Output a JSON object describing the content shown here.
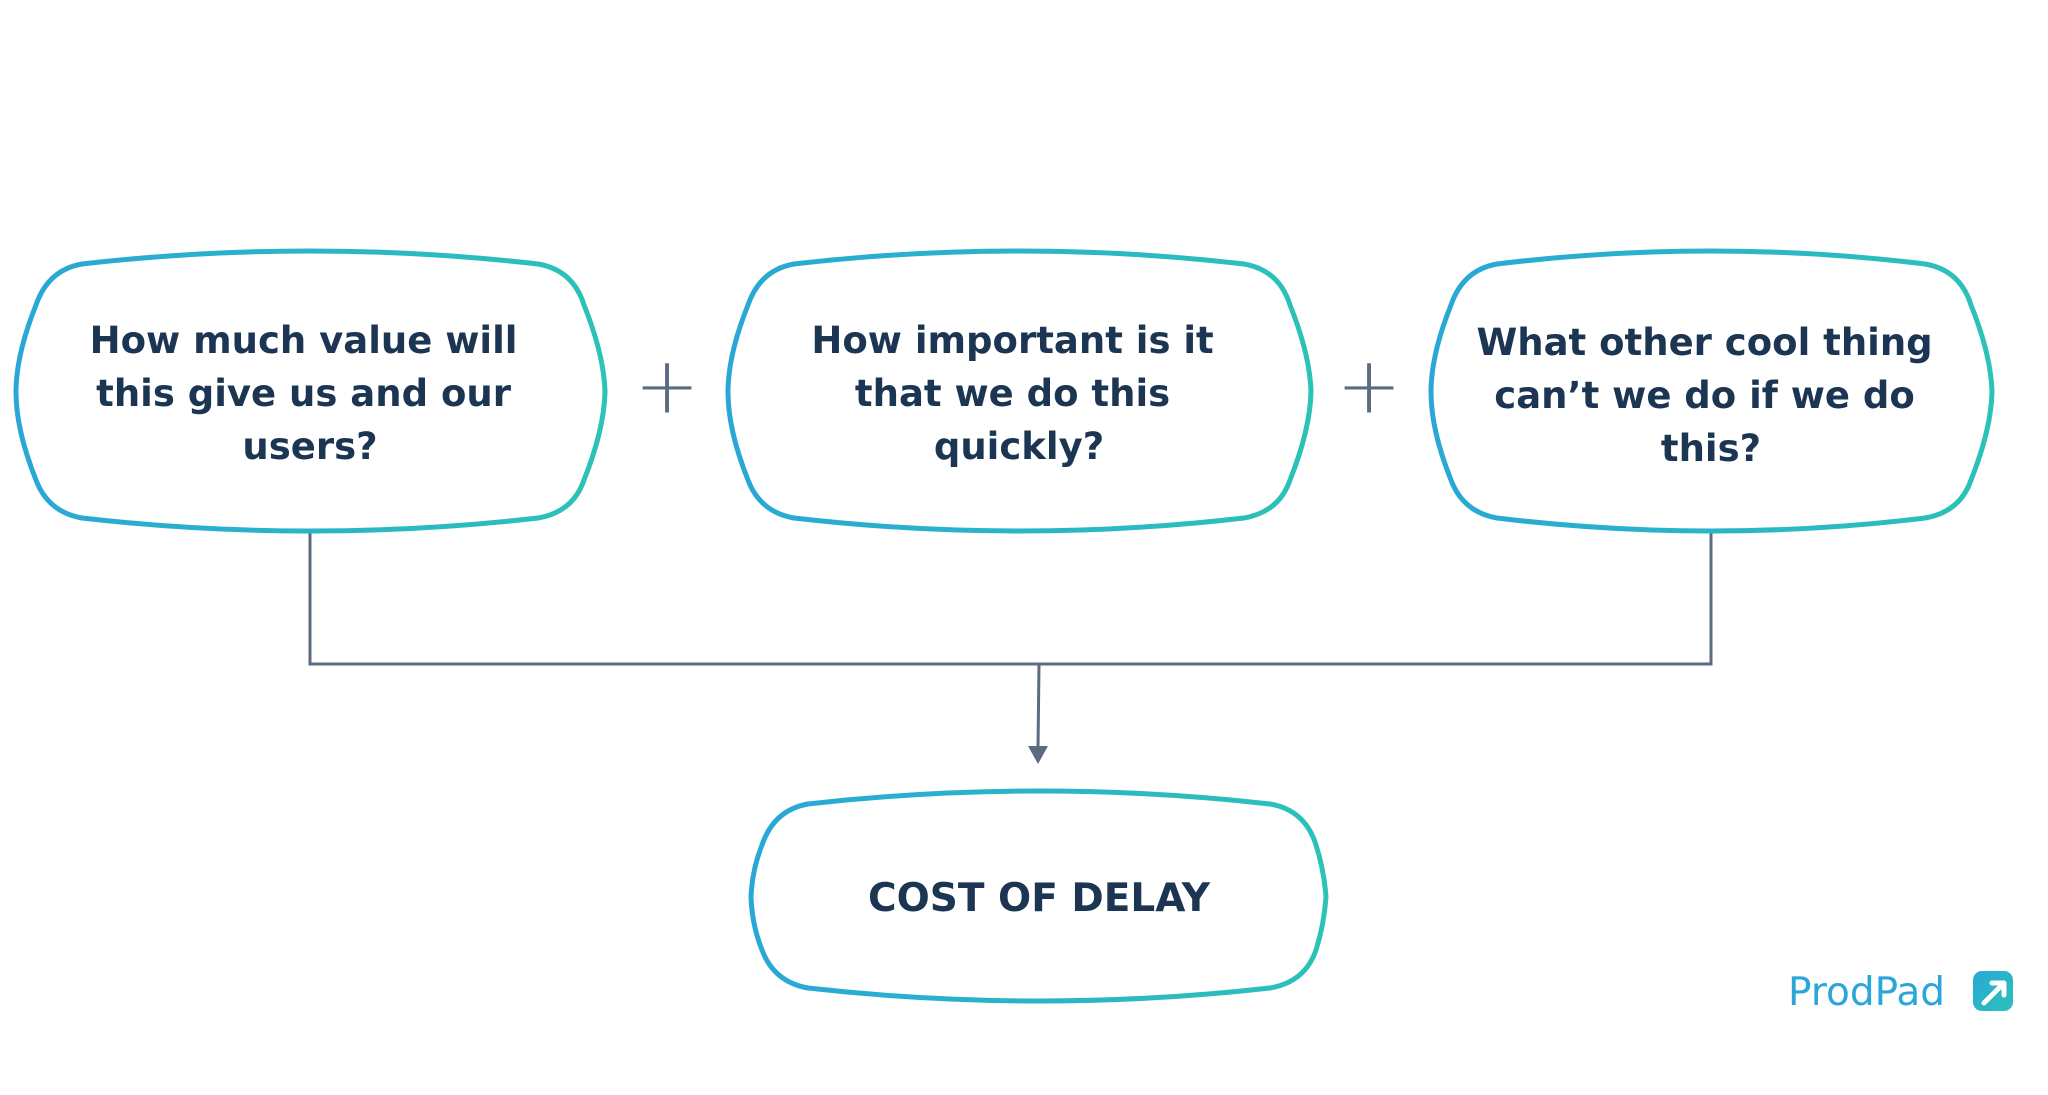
{
  "diagram": {
    "boxes": [
      {
        "lines": [
          "How much value will",
          "this give us and our",
          "users?"
        ]
      },
      {
        "lines": [
          "How important is it",
          "that we do this",
          "quickly?"
        ]
      },
      {
        "lines": [
          "What other cool thing",
          "can’t we do if we do",
          "this?"
        ]
      }
    ],
    "operators": [
      "+",
      "+"
    ],
    "result": {
      "label": "COST OF DELAY"
    }
  },
  "logo": {
    "text": "ProdPad"
  },
  "colors": {
    "border_start": "#2aa7d6",
    "border_end": "#2bc2b8",
    "text": "#1b3552",
    "connector": "#5b6b80",
    "logo": "#2aa7d6"
  }
}
